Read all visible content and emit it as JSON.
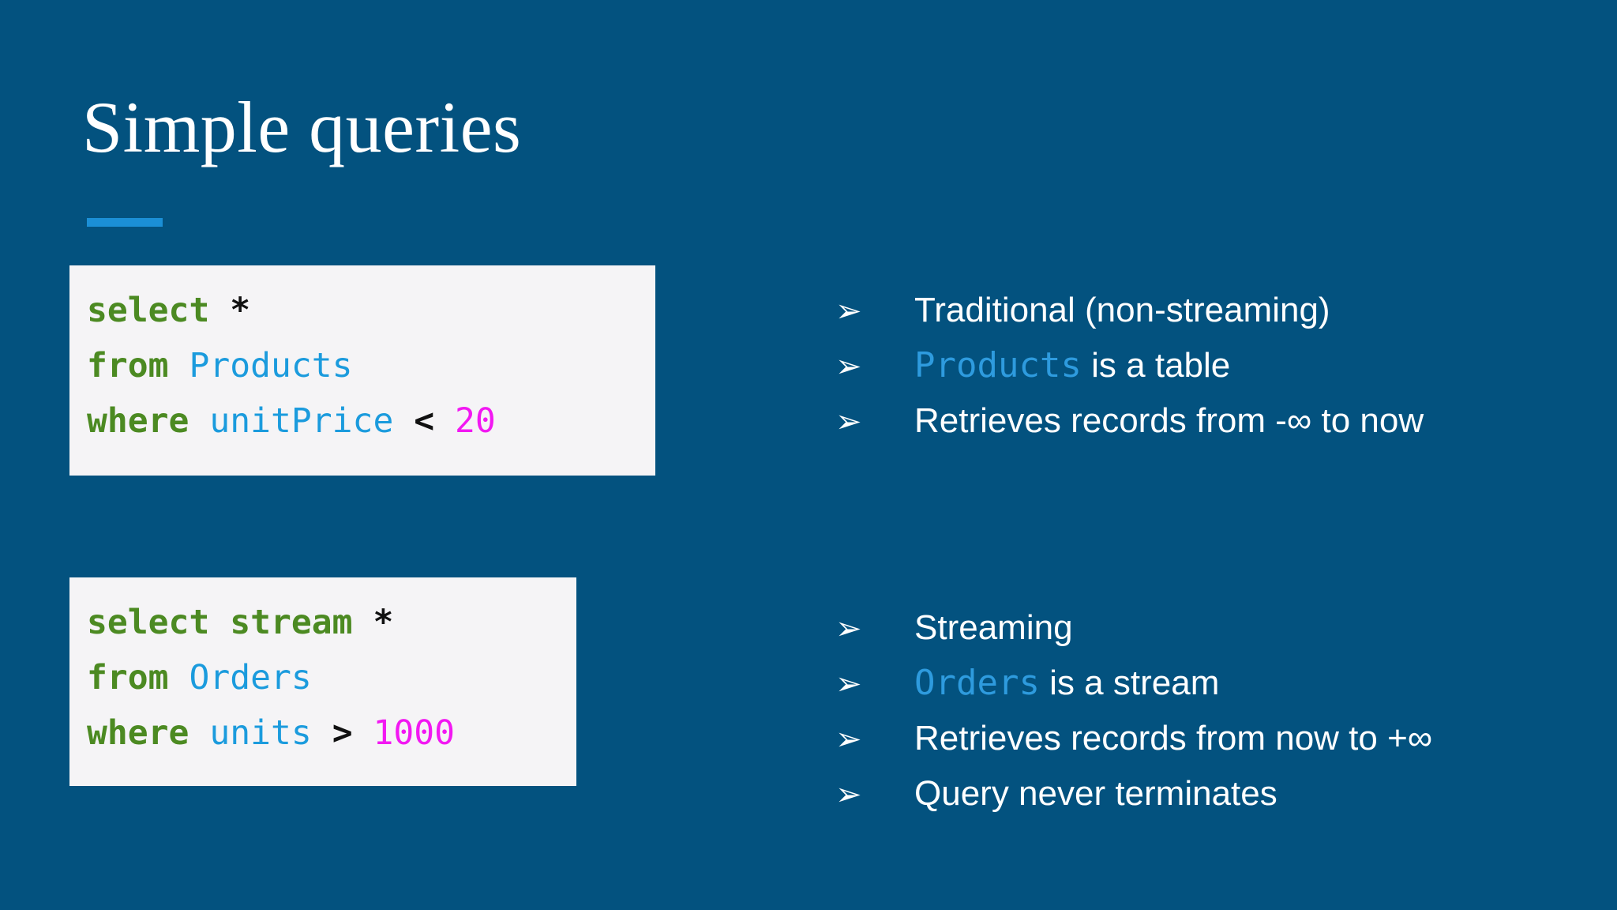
{
  "slide": {
    "background_color": "#03527f",
    "title": "Simple queries",
    "accent_color": "#1b8fd6"
  },
  "code_blocks": [
    {
      "name": "non-streaming-query",
      "background_color": "#f5f4f6",
      "lines": [
        {
          "tokens": [
            {
              "text": "select",
              "type": "keyword"
            },
            {
              "text": " ",
              "type": "plain"
            },
            {
              "text": "*",
              "type": "star"
            }
          ]
        },
        {
          "tokens": [
            {
              "text": "from",
              "type": "keyword"
            },
            {
              "text": " ",
              "type": "plain"
            },
            {
              "text": "Products",
              "type": "identifier"
            }
          ]
        },
        {
          "tokens": [
            {
              "text": "where",
              "type": "keyword"
            },
            {
              "text": " ",
              "type": "plain"
            },
            {
              "text": "unitPrice",
              "type": "identifier"
            },
            {
              "text": " ",
              "type": "plain"
            },
            {
              "text": "<",
              "type": "operator"
            },
            {
              "text": " ",
              "type": "plain"
            },
            {
              "text": "20",
              "type": "number"
            }
          ]
        }
      ]
    },
    {
      "name": "streaming-query",
      "background_color": "#f5f4f6",
      "lines": [
        {
          "tokens": [
            {
              "text": "select stream",
              "type": "keyword"
            },
            {
              "text": " ",
              "type": "plain"
            },
            {
              "text": "*",
              "type": "star"
            }
          ]
        },
        {
          "tokens": [
            {
              "text": "from",
              "type": "keyword"
            },
            {
              "text": " ",
              "type": "plain"
            },
            {
              "text": "Orders",
              "type": "identifier"
            }
          ]
        },
        {
          "tokens": [
            {
              "text": "where",
              "type": "keyword"
            },
            {
              "text": " ",
              "type": "plain"
            },
            {
              "text": "units",
              "type": "identifier"
            },
            {
              "text": " ",
              "type": "plain"
            },
            {
              "text": ">",
              "type": "operator"
            },
            {
              "text": " ",
              "type": "plain"
            },
            {
              "text": "1000",
              "type": "number"
            }
          ]
        }
      ]
    }
  ],
  "bullet_lists": [
    {
      "name": "non-streaming-notes",
      "marker": "➢",
      "items": [
        {
          "parts": [
            {
              "text": "Traditional (non-streaming)",
              "style": "plain"
            }
          ]
        },
        {
          "parts": [
            {
              "text": "Products",
              "style": "mono-identifier"
            },
            {
              "text": " is a table",
              "style": "plain"
            }
          ]
        },
        {
          "parts": [
            {
              "text": "Retrieves records from -∞ to now",
              "style": "plain"
            }
          ]
        }
      ]
    },
    {
      "name": "streaming-notes",
      "marker": "➢",
      "items": [
        {
          "parts": [
            {
              "text": "Streaming",
              "style": "plain"
            }
          ]
        },
        {
          "parts": [
            {
              "text": "Orders",
              "style": "mono-identifier"
            },
            {
              "text": " is a stream",
              "style": "plain"
            }
          ]
        },
        {
          "parts": [
            {
              "text": "Retrieves records from now to +∞",
              "style": "plain"
            }
          ]
        },
        {
          "parts": [
            {
              "text": "Query never terminates",
              "style": "plain"
            }
          ]
        }
      ]
    }
  ],
  "syntax_colors": {
    "keyword": "#4c8a22",
    "identifier": "#1b9bdd",
    "number": "#f218f2",
    "operator": "#111111"
  }
}
